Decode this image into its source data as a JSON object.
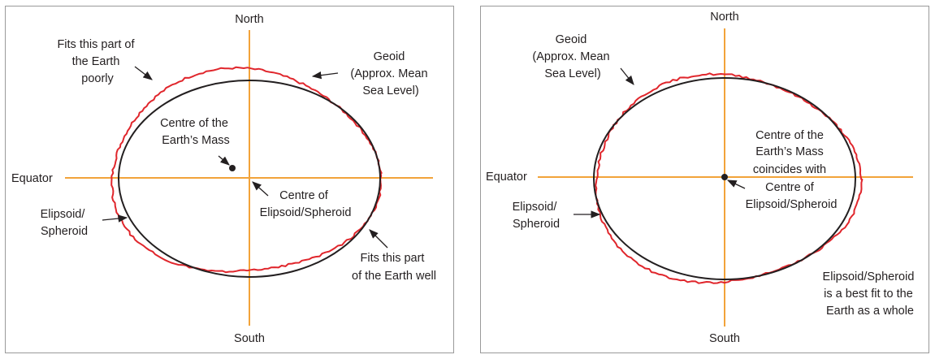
{
  "left_panel": {
    "axis_top": "North",
    "axis_bottom": "South",
    "axis_left": "Equator",
    "poorly_fit": [
      "Fits this part of",
      "the Earth",
      "poorly"
    ],
    "geoid": [
      "Geoid",
      "(Approx. Mean",
      "Sea Level)"
    ],
    "mass_centre": [
      "Centre of the",
      "Earth’s Mass"
    ],
    "ellipsoid_centre": [
      "Centre of",
      "Elipsoid/Spheroid"
    ],
    "ellipsoid": [
      "Elipsoid/",
      "Spheroid"
    ],
    "well_fit": [
      "Fits this part",
      "of the Earth well"
    ]
  },
  "right_panel": {
    "axis_top": "North",
    "axis_bottom": "South",
    "axis_left": "Equator",
    "geoid": [
      "Geoid",
      "(Approx. Mean",
      "Sea Level)"
    ],
    "coincides": [
      "Centre of the",
      "Earth’s Mass",
      "coincides with",
      "Centre of",
      "Elipsoid/Spheroid"
    ],
    "ellipsoid": [
      "Elipsoid/",
      "Spheroid"
    ],
    "best_fit": [
      "Elipsoid/Spheroid",
      "is a best fit to the",
      "Earth as a whole"
    ]
  },
  "colors": {
    "axis": "#f2a33a",
    "geoid": "#e0262c",
    "ellipsoid": "#231f20",
    "border": "#9a9a9a"
  }
}
